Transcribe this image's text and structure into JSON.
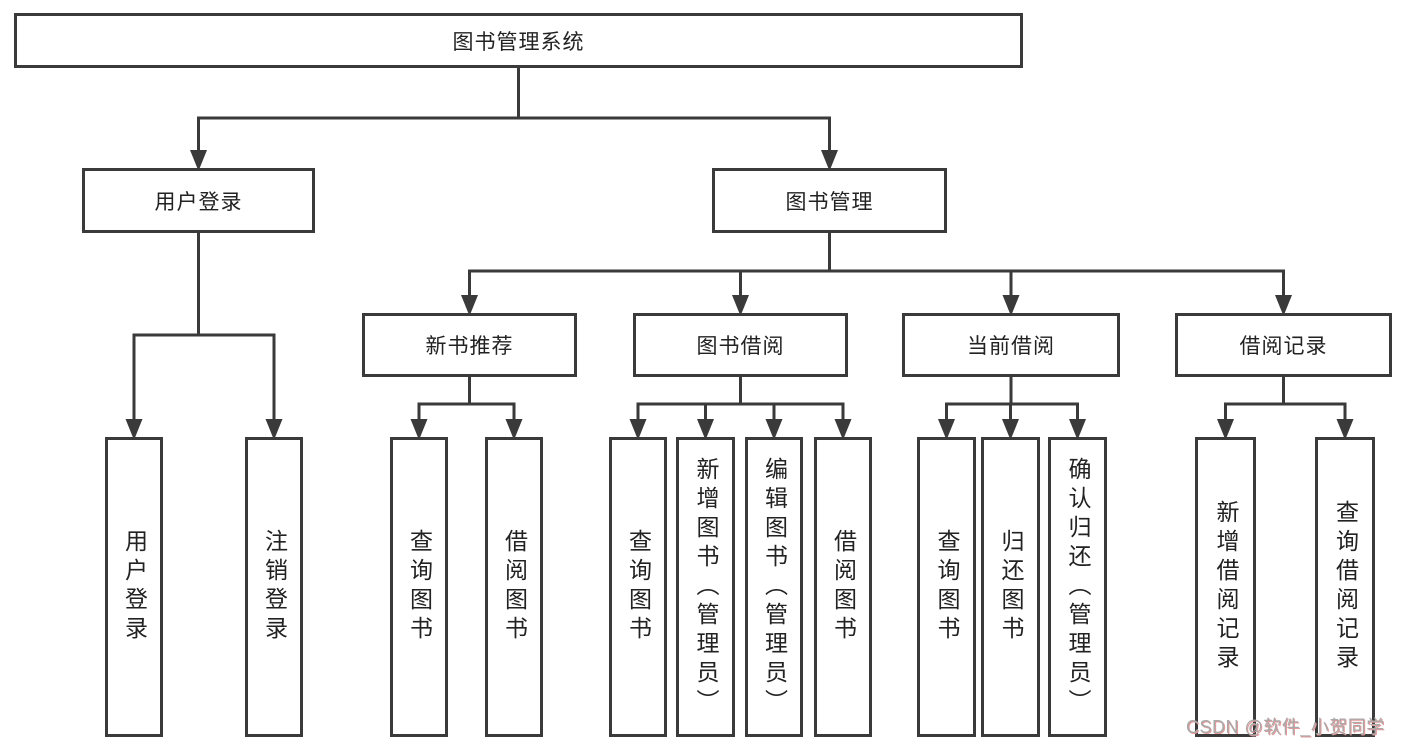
{
  "title": "图书管理系统",
  "watermark": "CSDN @软件_小贺同学",
  "colors": {
    "line": "#3a3a3a",
    "text": "#222222",
    "background": "#ffffff",
    "watermark": "#a9a9a9",
    "watermark_shadow": "#e59a9a"
  },
  "tree": {
    "id": "root",
    "label": "图书管理系统",
    "children": [
      {
        "id": "user-login",
        "label": "用户登录",
        "children": [
          {
            "id": "login",
            "label": "用户登录"
          },
          {
            "id": "logout",
            "label": "注销登录"
          }
        ]
      },
      {
        "id": "book-mgmt",
        "label": "图书管理",
        "children": [
          {
            "id": "new-book-rec",
            "label": "新书推荐",
            "children": [
              {
                "id": "nbr-query",
                "label": "查询图书"
              },
              {
                "id": "nbr-borrow",
                "label": "借阅图书"
              }
            ]
          },
          {
            "id": "book-borrow",
            "label": "图书借阅",
            "children": [
              {
                "id": "bb-query",
                "label": "查询图书"
              },
              {
                "id": "bb-add",
                "label": "新增图书（管理员）"
              },
              {
                "id": "bb-edit",
                "label": "编辑图书（管理员）"
              },
              {
                "id": "bb-borrow",
                "label": "借阅图书"
              }
            ]
          },
          {
            "id": "current-borrow",
            "label": "当前借阅",
            "children": [
              {
                "id": "cb-query",
                "label": "查询图书"
              },
              {
                "id": "cb-return",
                "label": "归还图书"
              },
              {
                "id": "cb-confirm",
                "label": "确认归还（管理员）"
              }
            ]
          },
          {
            "id": "borrow-records",
            "label": "借阅记录",
            "children": [
              {
                "id": "br-add",
                "label": "新增借阅记录"
              },
              {
                "id": "br-query",
                "label": "查询借阅记录"
              }
            ]
          }
        ]
      }
    ]
  }
}
